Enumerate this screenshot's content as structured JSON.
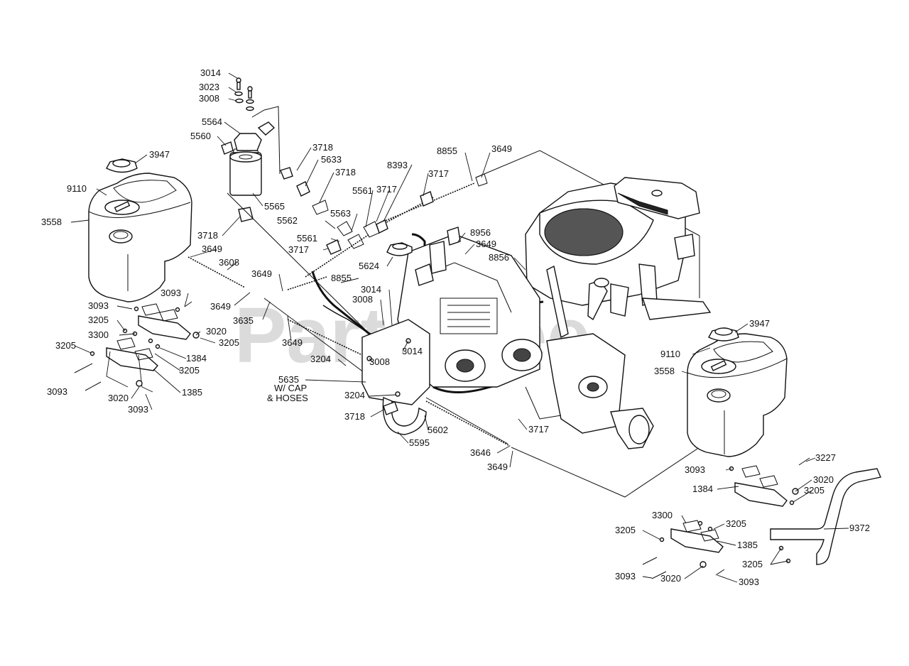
{
  "watermark": "PartsTree",
  "callouts": [
    {
      "id": "c3014a",
      "text": "3014"
    },
    {
      "id": "c3023",
      "text": "3023"
    },
    {
      "id": "c3008a",
      "text": "3008"
    },
    {
      "id": "c5564",
      "text": "5564"
    },
    {
      "id": "c5560",
      "text": "5560"
    },
    {
      "id": "c3947a",
      "text": "3947"
    },
    {
      "id": "c9110a",
      "text": "9110"
    },
    {
      "id": "c3558a",
      "text": "3558"
    },
    {
      "id": "c5565",
      "text": "5565"
    },
    {
      "id": "c3718a",
      "text": "3718"
    },
    {
      "id": "c5633",
      "text": "5633"
    },
    {
      "id": "c3718b",
      "text": "3718"
    },
    {
      "id": "c8393",
      "text": "8393"
    },
    {
      "id": "c3717a",
      "text": "3717"
    },
    {
      "id": "c8855a",
      "text": "8855"
    },
    {
      "id": "c3649a",
      "text": "3649"
    },
    {
      "id": "c5561a",
      "text": "5561"
    },
    {
      "id": "c3717b",
      "text": "3717"
    },
    {
      "id": "c5563",
      "text": "5563"
    },
    {
      "id": "c5562",
      "text": "5562"
    },
    {
      "id": "c3718c",
      "text": "3718"
    },
    {
      "id": "c5561b",
      "text": "5561"
    },
    {
      "id": "c3717c",
      "text": "3717"
    },
    {
      "id": "c3649b",
      "text": "3649"
    },
    {
      "id": "c3608",
      "text": "3608"
    },
    {
      "id": "c8956",
      "text": "8956"
    },
    {
      "id": "c3649c",
      "text": "3649"
    },
    {
      "id": "c8856",
      "text": "8856"
    },
    {
      "id": "c5624",
      "text": "5624"
    },
    {
      "id": "c8855b",
      "text": "8855"
    },
    {
      "id": "c3649d",
      "text": "3649"
    },
    {
      "id": "c3014b",
      "text": "3014"
    },
    {
      "id": "c3008b",
      "text": "3008"
    },
    {
      "id": "c3093a",
      "text": "3093"
    },
    {
      "id": "c3093b",
      "text": "3093"
    },
    {
      "id": "c3649e",
      "text": "3649"
    },
    {
      "id": "c3635",
      "text": "3635"
    },
    {
      "id": "c3205a",
      "text": "3205"
    },
    {
      "id": "c3020a",
      "text": "3020"
    },
    {
      "id": "c3300a",
      "text": "3300"
    },
    {
      "id": "c3205b",
      "text": "3205"
    },
    {
      "id": "c3649f",
      "text": "3649"
    },
    {
      "id": "c3205c",
      "text": "3205"
    },
    {
      "id": "c1384",
      "text": "1384"
    },
    {
      "id": "c3014c",
      "text": "3014"
    },
    {
      "id": "c3204a",
      "text": "3204"
    },
    {
      "id": "c3008c",
      "text": "3008"
    },
    {
      "id": "c3205d",
      "text": "3205"
    },
    {
      "id": "c5635",
      "text": "5635"
    },
    {
      "id": "c5635b",
      "text": "W/  CAP"
    },
    {
      "id": "c5635c",
      "text": "& HOSES"
    },
    {
      "id": "c3093c",
      "text": "3093"
    },
    {
      "id": "c1385a",
      "text": "1385"
    },
    {
      "id": "c3020b",
      "text": "3020"
    },
    {
      "id": "c3093d",
      "text": "3093"
    },
    {
      "id": "c3204b",
      "text": "3204"
    },
    {
      "id": "c3718d",
      "text": "3718"
    },
    {
      "id": "c5602",
      "text": "5602"
    },
    {
      "id": "c5595",
      "text": "5595"
    },
    {
      "id": "c3717d",
      "text": "3717"
    },
    {
      "id": "c3646",
      "text": "3646"
    },
    {
      "id": "c3649g",
      "text": "3649"
    },
    {
      "id": "c3947b",
      "text": "3947"
    },
    {
      "id": "c9110b",
      "text": "9110"
    },
    {
      "id": "c3558b",
      "text": "3558"
    },
    {
      "id": "c3227",
      "text": "3227"
    },
    {
      "id": "c3093e",
      "text": "3093"
    },
    {
      "id": "c3020c",
      "text": "3020"
    },
    {
      "id": "c1384b",
      "text": "1384"
    },
    {
      "id": "c3205e",
      "text": "3205"
    },
    {
      "id": "c3300b",
      "text": "3300"
    },
    {
      "id": "c3205f",
      "text": "3205"
    },
    {
      "id": "c3205g",
      "text": "3205"
    },
    {
      "id": "c9372",
      "text": "9372"
    },
    {
      "id": "c1385b",
      "text": "1385"
    },
    {
      "id": "c3205h",
      "text": "3205"
    },
    {
      "id": "c3093f",
      "text": "3093"
    },
    {
      "id": "c3020d",
      "text": "3020"
    },
    {
      "id": "c3093g",
      "text": "3093"
    }
  ]
}
